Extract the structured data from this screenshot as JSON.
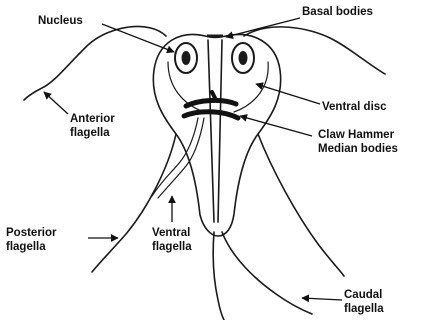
{
  "labels": {
    "nucleus": "Nucleus",
    "basal_bodies": "Basal bodies",
    "anterior_1": "Anterior",
    "anterior_2": "flagella",
    "ventral_disc": "Ventral disc",
    "claw_hammer_1": "Claw Hammer",
    "claw_hammer_2": "Median bodies",
    "posterior_1": "Posterior",
    "posterior_2": "flagella",
    "ventral_flag_1": "Ventral",
    "ventral_flag_2": "flagella",
    "caudal_1": "Caudal",
    "caudal_2": "flagella"
  }
}
